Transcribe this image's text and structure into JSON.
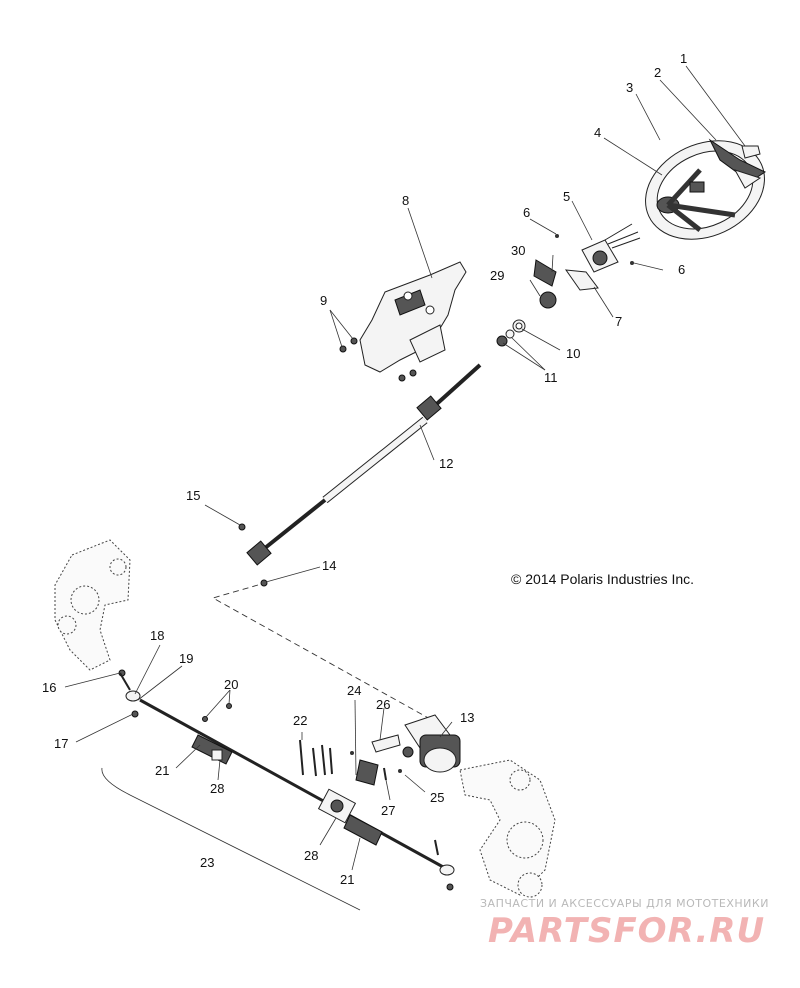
{
  "callouts": [
    "1",
    "2",
    "3",
    "4",
    "5",
    "6",
    "6",
    "7",
    "8",
    "9",
    "10",
    "11",
    "12",
    "13",
    "14",
    "15",
    "16",
    "17",
    "18",
    "19",
    "20",
    "21",
    "21",
    "22",
    "23",
    "24",
    "25",
    "26",
    "27",
    "28",
    "28",
    "29",
    "30"
  ],
  "copyright": "© 2014 Polaris Industries Inc.",
  "watermark": {
    "tagline": "ЗАПЧАСТИ И АКСЕССУАРЫ ДЛЯ МОТОТЕХНИКИ",
    "logo": "PARTSFOR.RU"
  }
}
